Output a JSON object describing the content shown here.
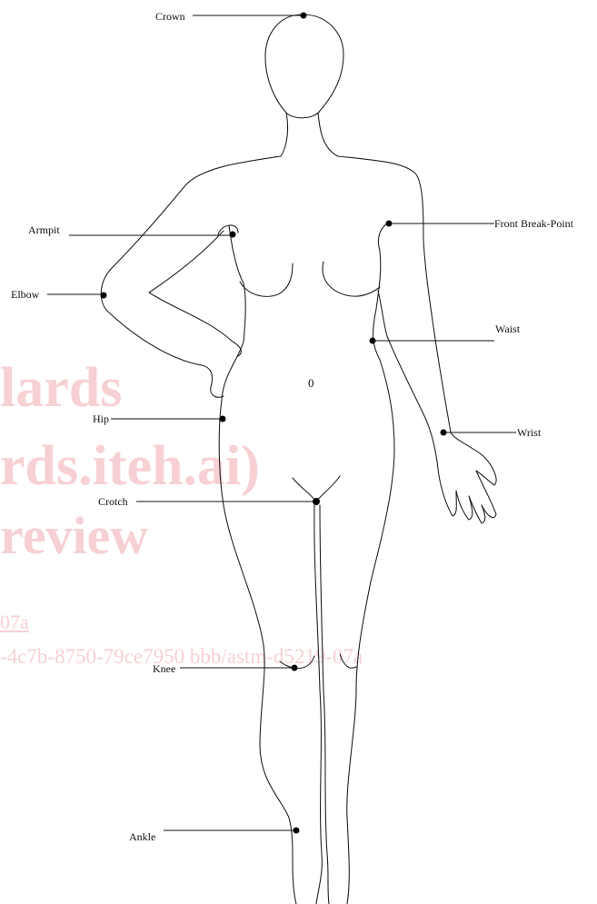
{
  "diagram": {
    "center_mark": "0",
    "labels": {
      "crown": "Crown",
      "armpit": "Armpit",
      "front_break_point": "Front Break-Point",
      "elbow": "Elbow",
      "waist": "Waist",
      "hip": "Hip",
      "wrist": "Wrist",
      "crotch": "Crotch",
      "knee": "Knee",
      "ankle": "Ankle"
    }
  },
  "watermark": {
    "line1": "lards",
    "line2": "rds.iteh.ai)",
    "line3": "review",
    "line4": "07a",
    "line5": "-4c7b-8750-79ce7950 bbb/astm-d5219-07a"
  },
  "colors": {
    "outline": "#222222",
    "marker": "#000000",
    "watermark": "#f2aab0"
  }
}
